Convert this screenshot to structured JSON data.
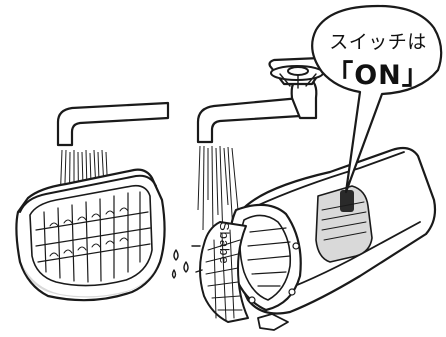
{
  "callout": {
    "line1": "スイッチは",
    "line2": "「ON」"
  },
  "brand": {
    "logo_text": "Sbabe"
  },
  "icons": {
    "left_faucet": "faucet-icon",
    "right_faucet": "faucet-icon",
    "tap_handle": "tap-handle-icon",
    "detached_head": "shaver-head-icon",
    "shaver_body": "shaver-icon",
    "switch": "switch-icon"
  }
}
